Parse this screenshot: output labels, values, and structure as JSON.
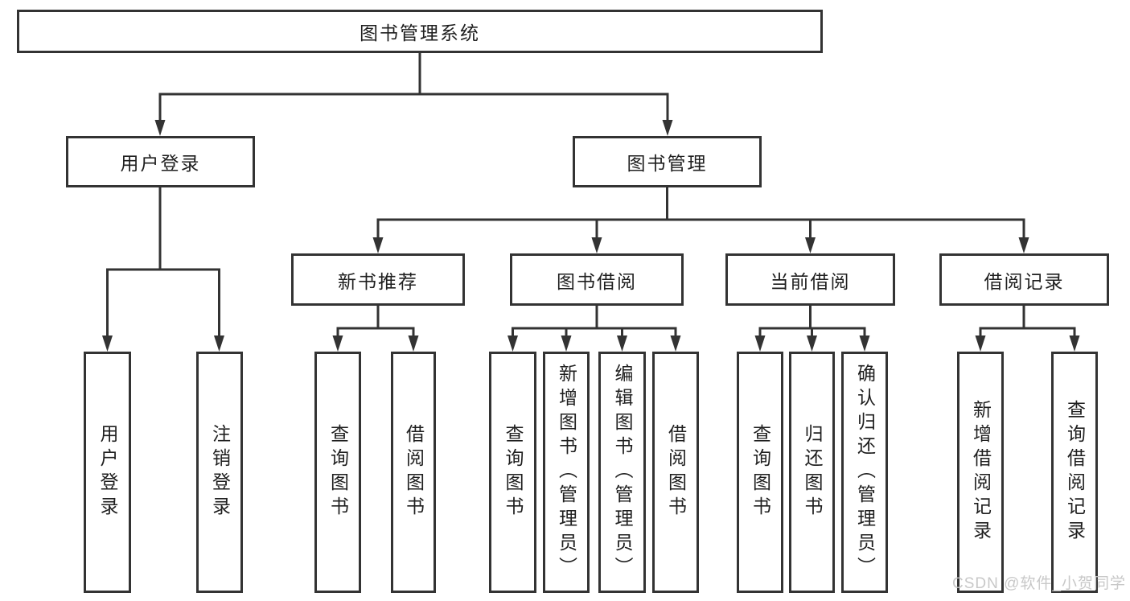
{
  "colors": {
    "line": "#333333",
    "box_border": "#333333",
    "text": "#1f1f1f",
    "watermark": "#c5c5c5",
    "background": "#ffffff"
  },
  "watermark": {
    "text": "CSDN @软件_小贺同学"
  },
  "tree": {
    "label": "图书管理系统",
    "children": [
      {
        "label": "用户登录",
        "children": [
          {
            "label": "用户登录"
          },
          {
            "label": "注销登录"
          }
        ]
      },
      {
        "label": "图书管理",
        "children": [
          {
            "label": "新书推荐",
            "children": [
              {
                "label": "查询图书"
              },
              {
                "label": "借阅图书"
              }
            ]
          },
          {
            "label": "图书借阅",
            "children": [
              {
                "label": "查询图书"
              },
              {
                "label": "新增图书（管理员）"
              },
              {
                "label": "编辑图书（管理员）"
              },
              {
                "label": "借阅图书"
              }
            ]
          },
          {
            "label": "当前借阅",
            "children": [
              {
                "label": "查询图书"
              },
              {
                "label": "归还图书"
              },
              {
                "label": "确认归还（管理员）"
              }
            ]
          },
          {
            "label": "借阅记录",
            "children": [
              {
                "label": "新增借阅记录"
              },
              {
                "label": "查询借阅记录"
              }
            ]
          }
        ]
      }
    ]
  }
}
